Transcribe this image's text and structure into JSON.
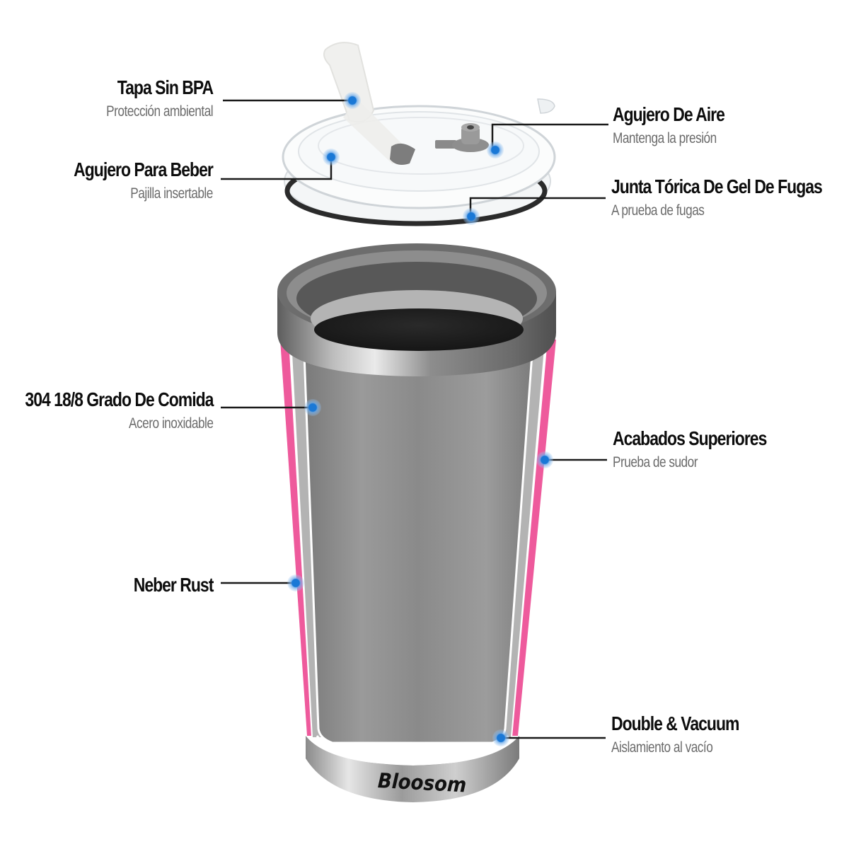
{
  "product": {
    "brand": "Bloosom",
    "colors": {
      "accent_pink": "#ee5a9c",
      "steel": "#8e8e8e",
      "steel_dark": "#5a5a5a",
      "callout_dot": "#1a78d6",
      "callout_halo": "#7fb4ea",
      "leader_line": "#1a1a1a",
      "title_text": "#0d0d0d",
      "subtitle_text": "#6b6b6b"
    }
  },
  "callouts": {
    "left": [
      {
        "title": "Tapa Sin BPA",
        "subtitle": "Protección ambiental"
      },
      {
        "title": "Agujero Para Beber",
        "subtitle": "Pajilla insertable"
      },
      {
        "title": "304 18/8 Grado De Comida",
        "subtitle": "Acero inoxidable"
      },
      {
        "title": "Neber Rust",
        "subtitle": ""
      }
    ],
    "right": [
      {
        "title": "Agujero De Aire",
        "subtitle": "Mantenga la presión"
      },
      {
        "title": "Junta Tórica De Gel De Fugas",
        "subtitle": "A prueba de fugas"
      },
      {
        "title": "Acabados  Superiores",
        "subtitle": "Prueba de sudor"
      },
      {
        "title": "Double & Vacuum",
        "subtitle": "Aislamiento al vacío"
      }
    ]
  }
}
